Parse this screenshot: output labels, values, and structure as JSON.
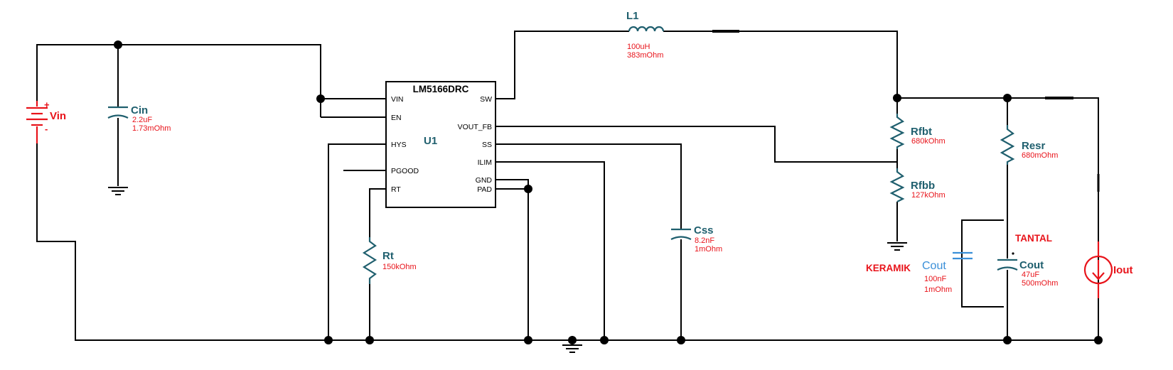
{
  "components": {
    "vin": {
      "name": "Vin",
      "plus": "+",
      "minus": "-"
    },
    "cin": {
      "name": "Cin",
      "value": "2.2uF",
      "esr": "1.73mOhm"
    },
    "l1": {
      "name": "L1",
      "value": "100uH",
      "esr": "383mOhm"
    },
    "u1": {
      "part": "LM5166DRC",
      "ref": "U1",
      "pins": {
        "vin": "VIN",
        "en": "EN",
        "hys": "HYS",
        "pgood": "PGOOD",
        "rt": "RT",
        "sw": "SW",
        "vout_fb": "VOUT_FB",
        "ss": "SS",
        "ilim": "ILIM",
        "gnd": "GND",
        "pad": "PAD"
      }
    },
    "rt": {
      "name": "Rt",
      "value": "150kOhm"
    },
    "css": {
      "name": "Css",
      "value": "8.2nF",
      "esr": "1mOhm"
    },
    "rfbt": {
      "name": "Rfbt",
      "value": "680kOhm"
    },
    "rfbb": {
      "name": "Rfbb",
      "value": "127kOhm"
    },
    "resr": {
      "name": "Resr",
      "value": "680mOhm"
    },
    "cout_ceramic": {
      "name": "Cout",
      "value": "100nF",
      "esr": "1mOhm"
    },
    "cout_tantal": {
      "name": "Cout",
      "value": "47uF",
      "esr": "500mOhm"
    },
    "iout": {
      "name": "Iout"
    }
  },
  "annotations": {
    "keramik": "KERAMIK",
    "tantal": "TANTAL"
  },
  "colors": {
    "wire": "#000000",
    "component": "#1f5f6e",
    "source": "#e8131a",
    "value_text": "#e8131a",
    "ceramic_cap": "#3a8fd8"
  }
}
